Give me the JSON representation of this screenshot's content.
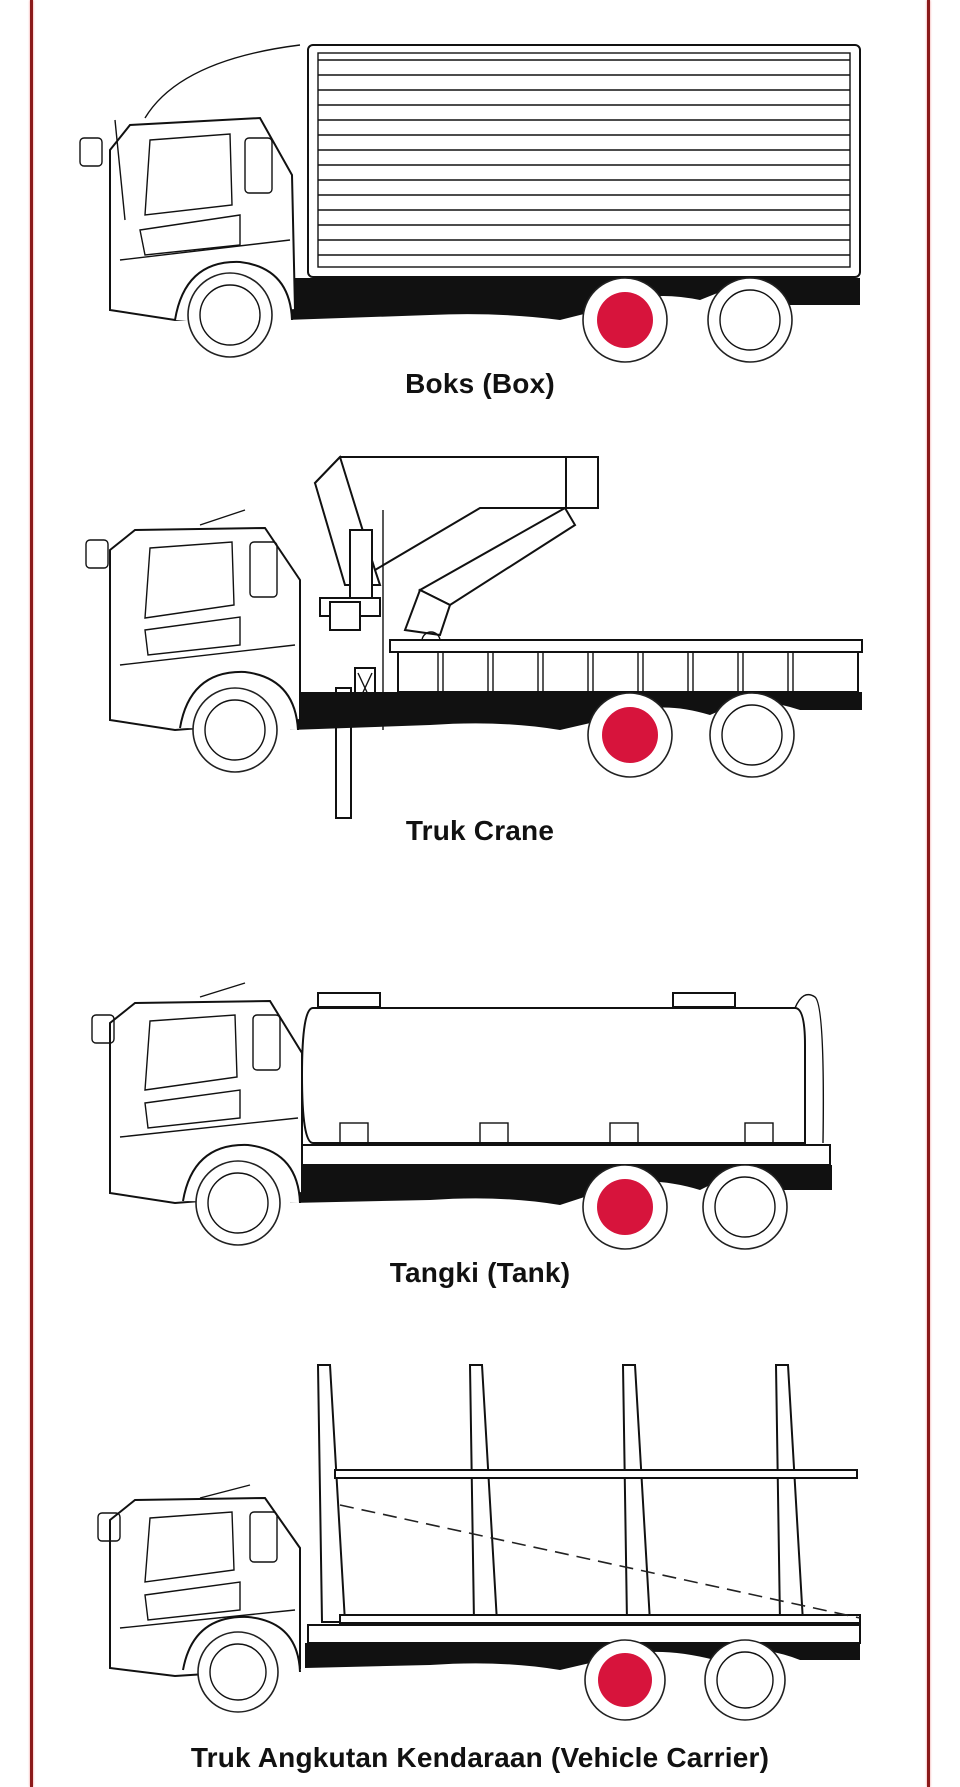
{
  "colors": {
    "frame": "#8b1a1a",
    "hub": "#d7143c",
    "outline": "#111111",
    "background": "#ffffff"
  },
  "trucks": [
    {
      "id": "box",
      "caption": "Boks (Box)",
      "body_type": "box"
    },
    {
      "id": "crane",
      "caption": "Truk Crane",
      "body_type": "crane"
    },
    {
      "id": "tank",
      "caption": "Tangki (Tank)",
      "body_type": "tank"
    },
    {
      "id": "carrier",
      "caption": "Truk Angkutan Kendaraan (Vehicle Carrier)",
      "body_type": "vehicle-carrier"
    }
  ]
}
